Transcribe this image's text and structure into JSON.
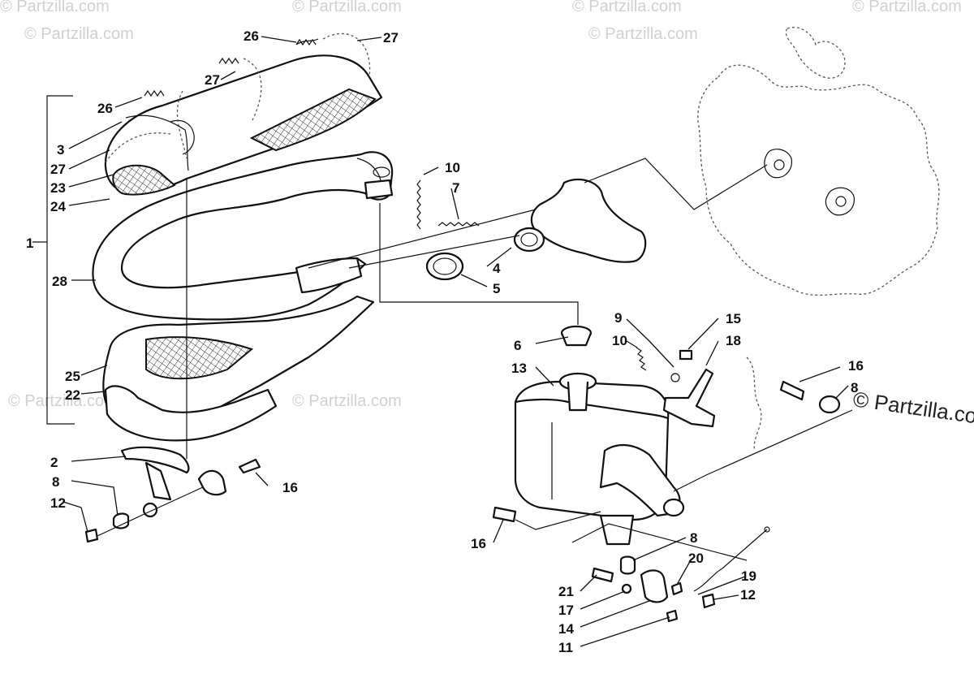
{
  "watermarks": {
    "brand": "© Partzilla.com",
    "main": "© Partzilla.co"
  },
  "callouts": [
    "1",
    "2",
    "3",
    "4",
    "5",
    "6",
    "7",
    "8",
    "9",
    "10",
    "11",
    "12",
    "13",
    "14",
    "15",
    "16",
    "17",
    "18",
    "19",
    "20",
    "21",
    "22",
    "23",
    "24",
    "25",
    "26",
    "27",
    "28"
  ],
  "colors": {
    "line": "#111111",
    "background": "#ffffff",
    "watermark": "#d0d0d0"
  }
}
